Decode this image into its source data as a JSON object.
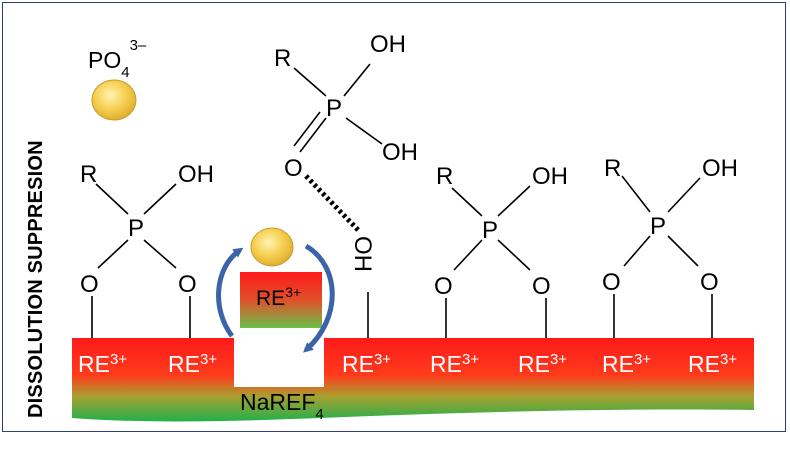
{
  "side_title": "DISSOLUTION SUPPRESION",
  "phosphate_ion": {
    "base": "PO",
    "sub": "4",
    "sup": "3–"
  },
  "nanocrystal": {
    "base": "NaREF",
    "sub": "4"
  },
  "surface_ion": {
    "base": "RE",
    "sup": "3+"
  },
  "dissolved_ion": {
    "base": "RE",
    "sup": "3+"
  },
  "atoms": {
    "R": "R",
    "P": "P",
    "O": "O",
    "OH": "OH",
    "HO": "OH"
  },
  "colors": {
    "surface_top": "#ff1a1a",
    "surface_bottom": "#22b04a",
    "sphere": "#f5cc4a",
    "arrow": "#3a63a8",
    "frame": "#2f3e73"
  }
}
